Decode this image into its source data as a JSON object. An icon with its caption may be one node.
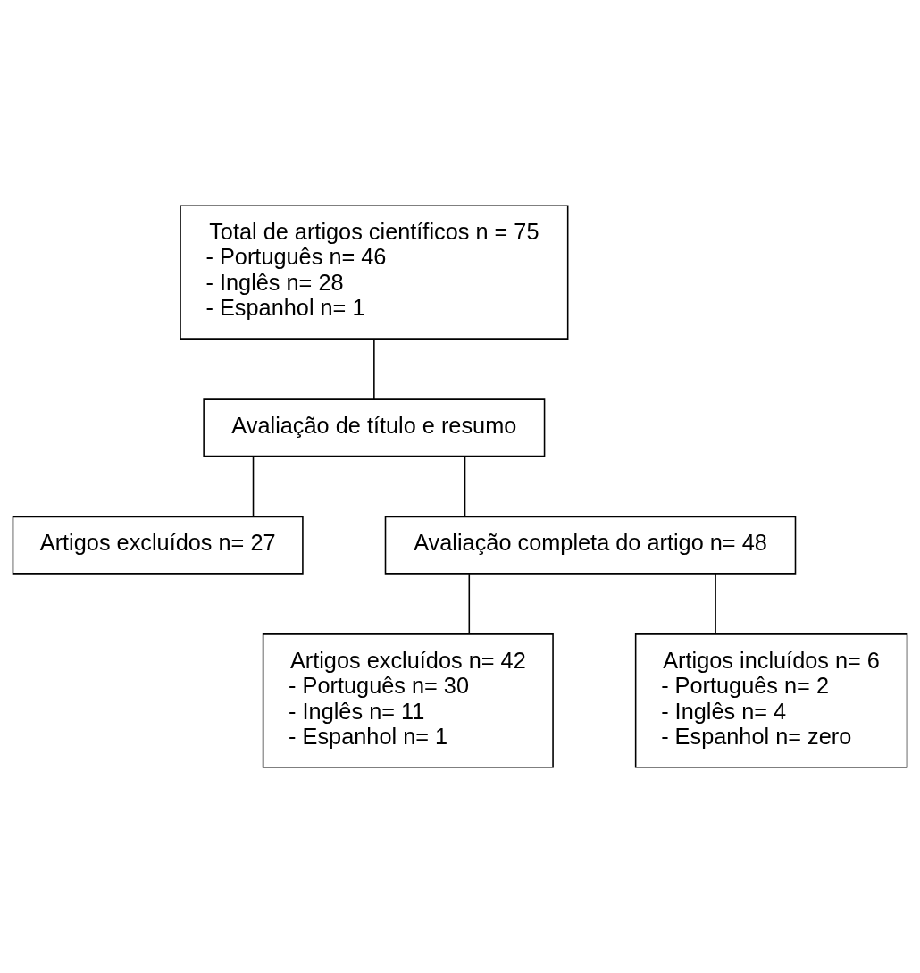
{
  "diagram": {
    "nodes": [
      {
        "text": [
          "Total de artigos científicos n = 75",
          "- Português n= 46",
          "- Inglês n= 28",
          "- Espanhol n= 1"
        ]
      },
      {
        "text": [
          "Avaliação de título e resumo"
        ]
      },
      {
        "text": [
          "Artigos excluídos n= 27"
        ]
      },
      {
        "text": [
          "Avaliação completa do artigo n= 48"
        ]
      },
      {
        "text": [
          "Artigos excluídos n= 42",
          "- Português n= 30",
          "- Inglês n= 11",
          "- Espanhol n= 1"
        ]
      },
      {
        "text": [
          "Artigos incluídos n= 6",
          "- Português n= 2",
          "- Inglês n= 4",
          "- Espanhol n= zero"
        ]
      }
    ],
    "edges": [
      {
        "from": 0,
        "to": 1,
        "arrow": "none"
      },
      {
        "from": 1,
        "to": 2,
        "arrow": "none"
      },
      {
        "from": 1,
        "to": 3,
        "arrow": "none"
      },
      {
        "from": 3,
        "to": 4,
        "arrow": "none"
      },
      {
        "from": 3,
        "to": 5,
        "arrow": "none"
      }
    ]
  }
}
